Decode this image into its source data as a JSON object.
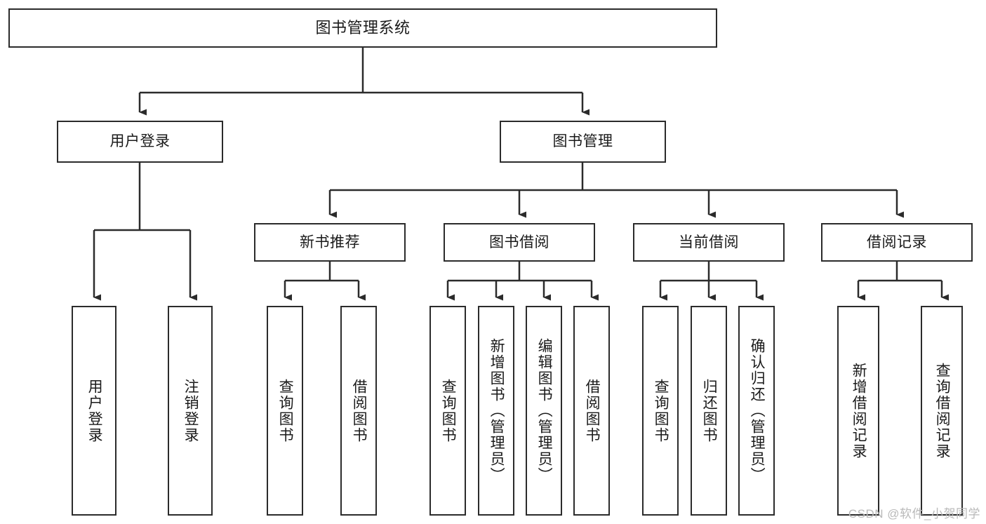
{
  "diagram": {
    "title": "图书管理系统",
    "type": "tree",
    "watermark": "CSDN @软件_小贺同学",
    "colors": {
      "stroke": "#2b2b2b",
      "fill": "#ffffff",
      "text": "#1a1a1a",
      "watermark": "#b9b9b9"
    },
    "levels": {
      "root": {
        "label": "图书管理系统"
      },
      "level1": [
        {
          "label": "用户登录"
        },
        {
          "label": "图书管理"
        }
      ],
      "level2": [
        {
          "label": "新书推荐"
        },
        {
          "label": "图书借阅"
        },
        {
          "label": "当前借阅"
        },
        {
          "label": "借阅记录"
        }
      ],
      "leaves": [
        {
          "label": "用户登录"
        },
        {
          "label": "注销登录"
        },
        {
          "label": "查询图书"
        },
        {
          "label": "借阅图书"
        },
        {
          "label": "查询图书"
        },
        {
          "label": "新增图书（管理员）"
        },
        {
          "label": "编辑图书（管理员）"
        },
        {
          "label": "借阅图书"
        },
        {
          "label": "查询图书"
        },
        {
          "label": "归还图书"
        },
        {
          "label": "确认归还（管理员）"
        },
        {
          "label": "新增借阅记录"
        },
        {
          "label": "查询借阅记录"
        }
      ]
    }
  }
}
